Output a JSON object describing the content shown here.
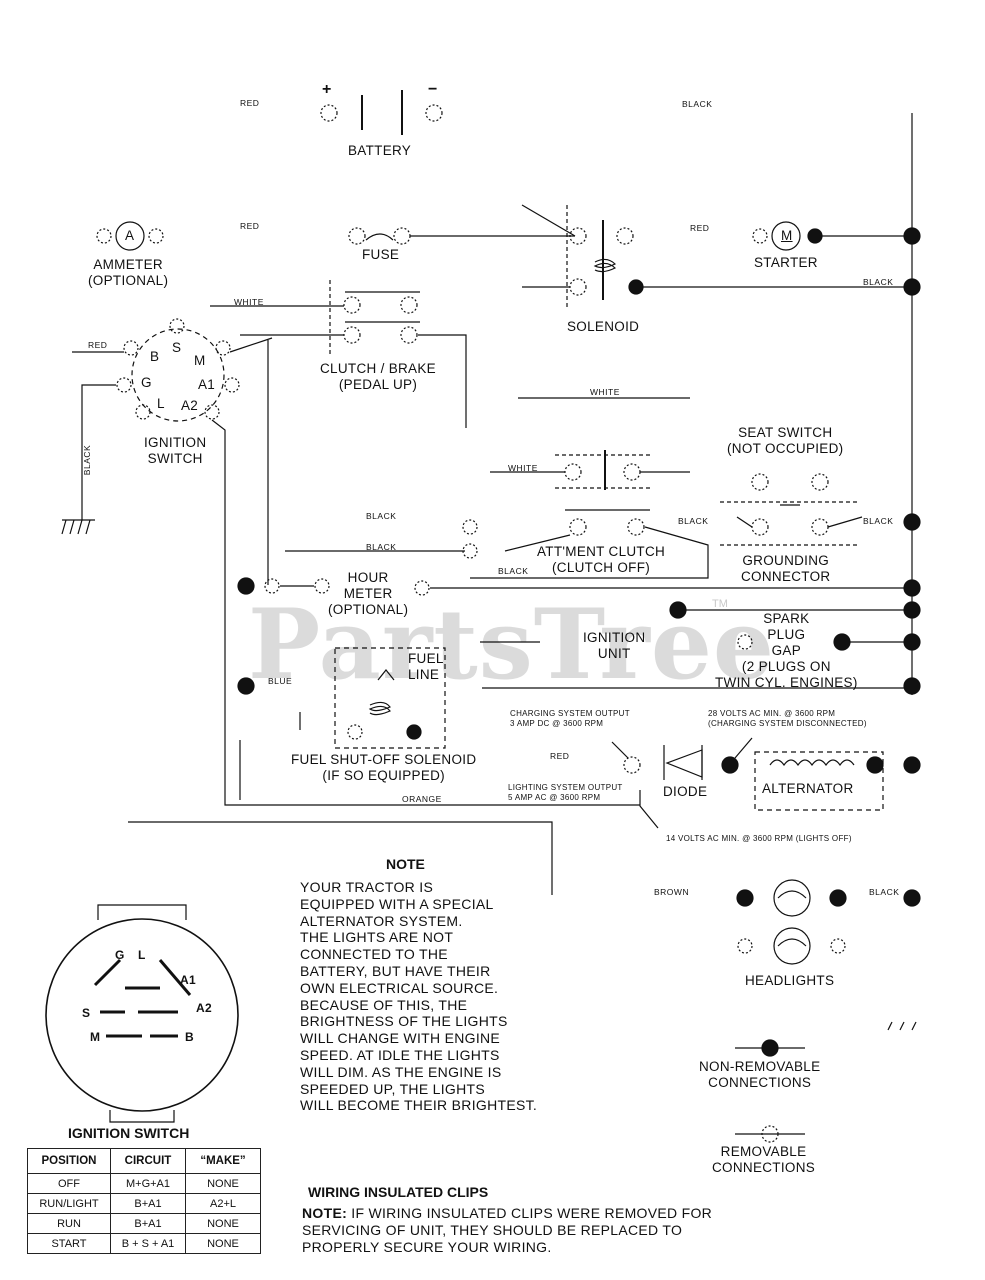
{
  "watermark": {
    "text": "PartsTree",
    "tm": "TM"
  },
  "components": {
    "battery": "BATTERY",
    "battery_plus": "+",
    "battery_minus": "−",
    "ammeter_l1": "AMMETER",
    "ammeter_l2": "(OPTIONAL)",
    "ammeter_letter": "A",
    "fuse": "FUSE",
    "starter": "STARTER",
    "starter_letter": "M",
    "solenoid": "SOLENOID",
    "clutch_l1": "CLUTCH / BRAKE",
    "clutch_l2": "(PEDAL UP)",
    "ign_l1": "IGNITION",
    "ign_l2": "SWITCH",
    "seat_l1": "SEAT SWITCH",
    "seat_l2": "(NOT OCCUPIED)",
    "att_l1": "ATT'MENT CLUTCH",
    "att_l2": "(CLUTCH OFF)",
    "gnd_l1": "GROUNDING",
    "gnd_l2": "CONNECTOR",
    "hour_l1": "HOUR",
    "hour_l2": "METER",
    "hour_l3": "(OPTIONAL)",
    "spark_l1": "SPARK",
    "spark_l2": "PLUG",
    "spark_l3": "GAP",
    "spark_l4": "(2 PLUGS ON",
    "spark_l5": "TWIN CYL. ENGINES)",
    "igunit_l1": "IGNITION",
    "igunit_l2": "UNIT",
    "fuel_l1": "FUEL",
    "fuel_l2": "LINE",
    "fso_l1": "FUEL SHUT-OFF SOLENOID",
    "fso_l2": "(IF SO EQUIPPED)",
    "diode": "DIODE",
    "alternator": "ALTERNATOR",
    "headlights": "HEADLIGHTS",
    "nonrem_l1": "NON-REMOVABLE",
    "nonrem_l2": "CONNECTIONS",
    "rem_l1": "REMOVABLE",
    "rem_l2": "CONNECTIONS"
  },
  "ign_terminals": [
    "B",
    "S",
    "M",
    "G",
    "A1",
    "L",
    "A2"
  ],
  "wire_labels": {
    "red1": "RED",
    "black1": "BLACK",
    "red2": "RED",
    "red3": "RED",
    "black2": "BLACK",
    "white1": "WHITE",
    "red4": "RED",
    "white2": "WHITE",
    "black3": "BLACK",
    "white3": "WHITE",
    "black4": "BLACK",
    "black5": "BLACK",
    "black6": "BLACK",
    "black7": "BLACK",
    "black8": "BLACK",
    "blue": "BLUE",
    "red5": "RED",
    "orange": "ORANGE",
    "brown": "BROWN",
    "black9": "BLACK"
  },
  "charging": {
    "out1_l1": "CHARGING SYSTEM OUTPUT",
    "out1_l2": "3 AMP DC @ 3600 RPM",
    "volts_l1": "28 VOLTS AC MIN. @ 3600 RPM",
    "volts_l2": "(CHARGING SYSTEM DISCONNECTED)",
    "light_l1": "LIGHTING SYSTEM OUTPUT",
    "light_l2": "5 AMP AC @ 3600 RPM",
    "fourteen": "14 VOLTS AC MIN. @ 3600 RPM (LIGHTS OFF)"
  },
  "note": {
    "title": "NOTE",
    "lines": [
      "YOUR TRACTOR IS",
      "EQUIPPED WITH A SPECIAL",
      "ALTERNATOR SYSTEM.",
      "THE LIGHTS ARE NOT",
      "CONNECTED TO THE",
      "BATTERY, BUT HAVE THEIR",
      "OWN ELECTRICAL SOURCE.",
      "BECAUSE OF THIS, THE",
      "BRIGHTNESS OF THE LIGHTS",
      "WILL CHANGE WITH ENGINE",
      "SPEED.  AT IDLE THE LIGHTS",
      "WILL DIM.  AS THE ENGINE IS",
      "SPEEDED UP, THE LIGHTS",
      "WILL BECOME THEIR BRIGHTEST."
    ]
  },
  "clips": {
    "title": "WIRING INSULATED CLIPS",
    "note_label": "NOTE:",
    "line1": " IF WIRING INSULATED CLIPS WERE REMOVED FOR",
    "line2": "SERVICING OF UNIT, THEY SHOULD BE REPLACED TO",
    "line3": "PROPERLY SECURE YOUR WIRING."
  },
  "ignition_face": {
    "title": "IGNITION SWITCH",
    "letters": {
      "G": "G",
      "L": "L",
      "A1": "A1",
      "A2": "A2",
      "S": "S",
      "M": "M",
      "B": "B"
    }
  },
  "ignition_table": {
    "headers": [
      "POSITION",
      "CIRCUIT",
      "“MAKE”"
    ],
    "rows": [
      [
        "OFF",
        "M+G+A1",
        "NONE"
      ],
      [
        "RUN/LIGHT",
        "B+A1",
        "A2+L"
      ],
      [
        "RUN",
        "B+A1",
        "NONE"
      ],
      [
        "START",
        "B + S + A1",
        "NONE"
      ]
    ]
  }
}
